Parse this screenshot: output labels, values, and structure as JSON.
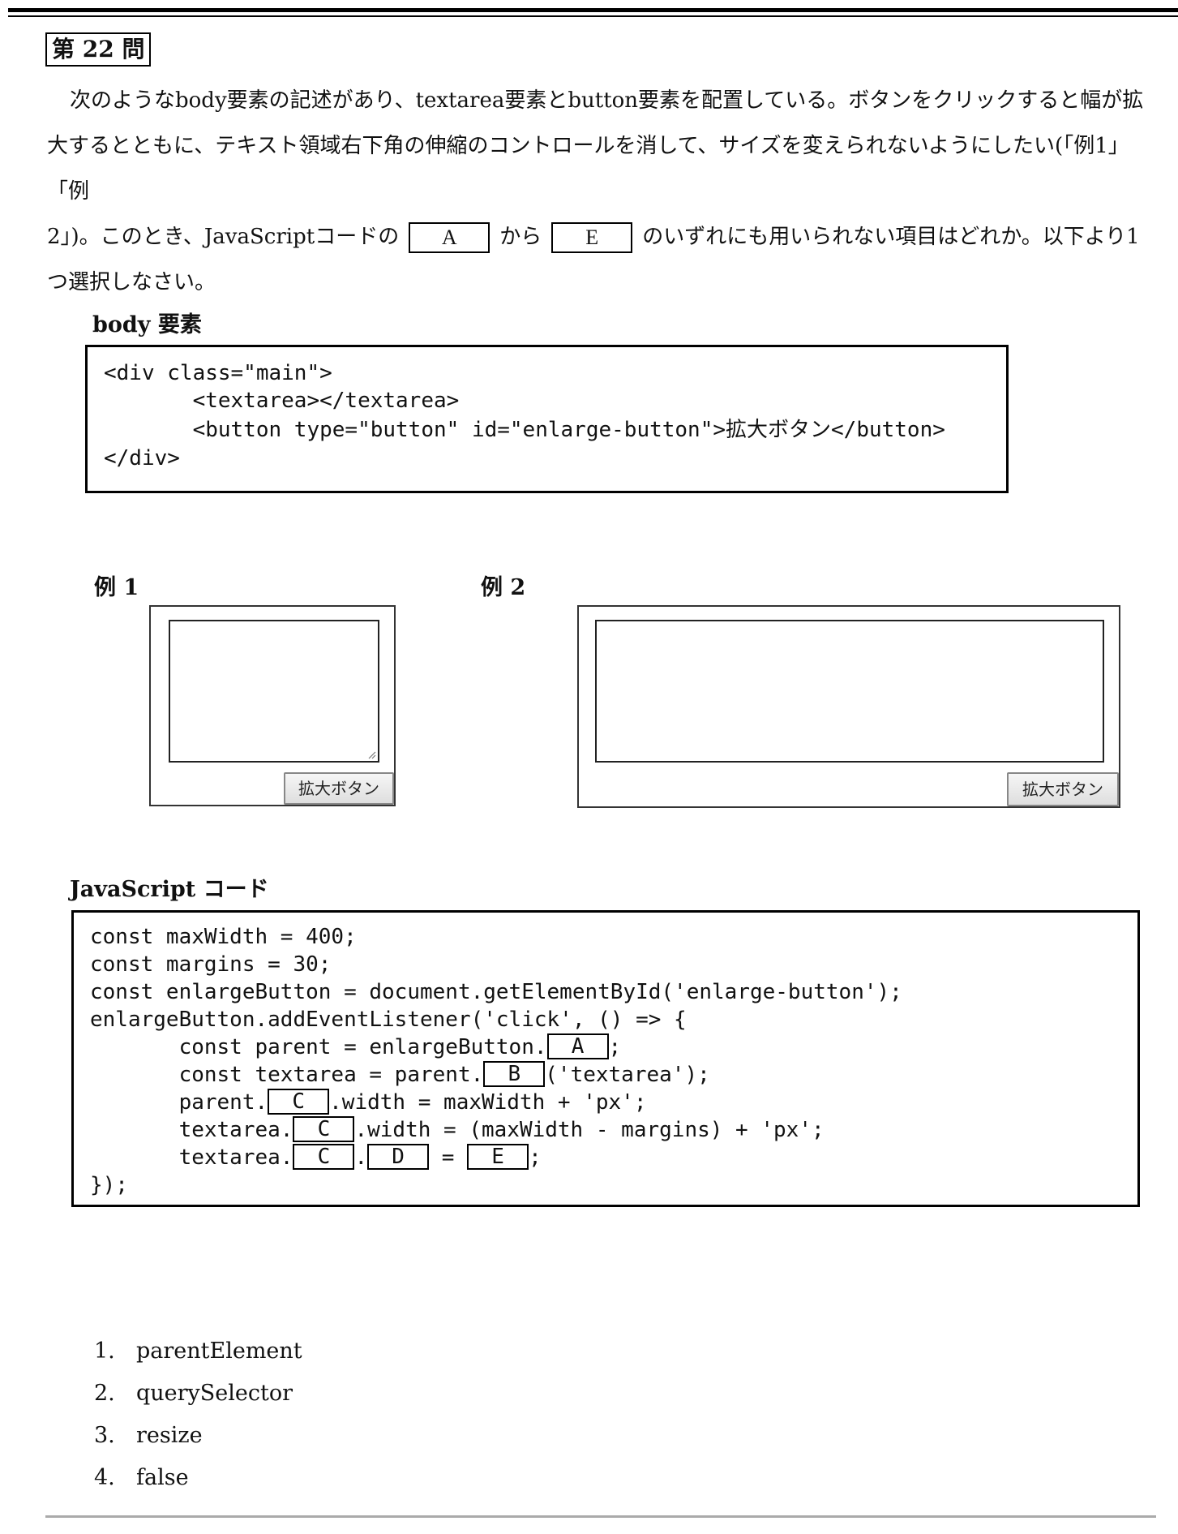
{
  "question": {
    "number": "第 22 問",
    "line1": "次のようなbody要素の記述があり、textarea要素とbutton要素を配置している。ボタンをクリックすると幅が拡",
    "line2": "大するとともに、テキスト領域右下角の伸縮のコントロールを消して、サイズを変えられないようにしたい(「例1」「例",
    "line3_pre": "2」)。このとき、JavaScriptコードの",
    "blank_start": "A",
    "line3_mid": "から",
    "blank_end": "E",
    "line3_post": "のいずれにも用いられない項目はどれか。以下より1",
    "line4": "つ選択しなさい。"
  },
  "body_section": {
    "label": "body 要素",
    "code_lines": [
      "<div class=\"main\">",
      "       <textarea></textarea>",
      "       <button type=\"button\" id=\"enlarge-button\">拡大ボタン</button>",
      "</div>"
    ]
  },
  "examples": {
    "ex1_label": "例 1",
    "ex2_label": "例 2",
    "button_label": "拡大ボタン"
  },
  "js_section": {
    "label": "JavaScript コード",
    "line1": "const maxWidth = 400;",
    "line2": "const margins = 30;",
    "line3": "const enlargeButton = document.getElementById('enlarge-button');",
    "line4": "enlargeButton.addEventListener('click', () => {",
    "line5_pre": "       const parent = enlargeButton.",
    "line5_post": ";",
    "line6_pre": "       const textarea = parent.",
    "line6_post": "('textarea');",
    "line7_pre": "       parent.",
    "line7_post": ".width = maxWidth + 'px';",
    "line8_pre": "       textarea.",
    "line8_post": ".width = (maxWidth - margins) + 'px';",
    "line9_pre": "       textarea.",
    "line9_dot": ".",
    "line9_eq": " = ",
    "line9_post": ";",
    "line10": "});",
    "blanks": {
      "A": "A",
      "B": "B",
      "C": "C",
      "D": "D",
      "E": "E"
    }
  },
  "choices": [
    {
      "num": "1.",
      "text": "parentElement"
    },
    {
      "num": "2.",
      "text": "querySelector"
    },
    {
      "num": "3.",
      "text": "resize"
    },
    {
      "num": "4.",
      "text": "false"
    }
  ]
}
